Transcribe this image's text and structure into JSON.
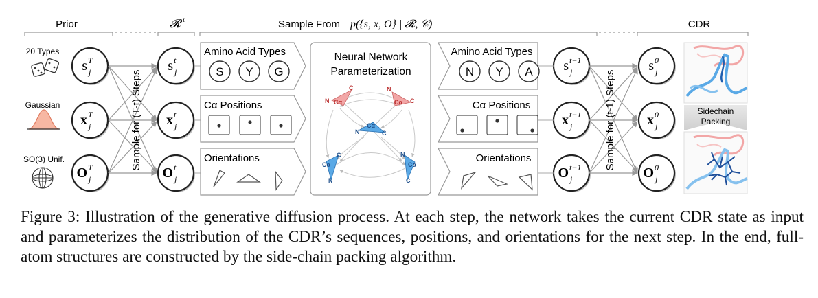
{
  "header": {
    "prior": "Prior",
    "rt": "𝓡",
    "rt_sup": "t",
    "sample_from_prefix": "Sample From",
    "formula": "p({s, x, O} | 𝓡, 𝒞)",
    "cdr": "CDR"
  },
  "prior": {
    "types": "20 Types",
    "gaussian": "Gaussian",
    "so3": "SO(3) Unif."
  },
  "nodes": {
    "s": "s",
    "x": "x",
    "o": "O",
    "sub": "j",
    "sup_T": "T",
    "sup_t": "t",
    "sup_tm1": "t−1",
    "sup_0": "0"
  },
  "vertical": {
    "left": "Sample for (T-t) Steps",
    "right": "Sample for (t-1) Steps"
  },
  "panels": {
    "aa_types": "Amino Acid Types",
    "ca_positions": "Cα Positions",
    "orientations": "Orientations",
    "nn": "Neural Network",
    "nn2": "Parameterization"
  },
  "aa_left": [
    "S",
    "Y",
    "G"
  ],
  "aa_right": [
    "N",
    "Y",
    "A"
  ],
  "nn_labels": {
    "c": "C",
    "n": "N",
    "ca": "Cα"
  },
  "sidechain": {
    "line1": "Sidechain",
    "line2": "Packing"
  },
  "colors": {
    "red_frame": "#f2a6a6",
    "blue_frame": "#5aa9e6",
    "gauss_fill": "#f7b7a3"
  },
  "caption": "Figure 3: Illustration of the generative diffusion process. At each step, the network takes the current CDR state as input and parameterizes the distribution of the CDR’s sequences, positions, and orientations for the next step. In the end, full-atom structures are constructed by the side-chain packing algorithm."
}
